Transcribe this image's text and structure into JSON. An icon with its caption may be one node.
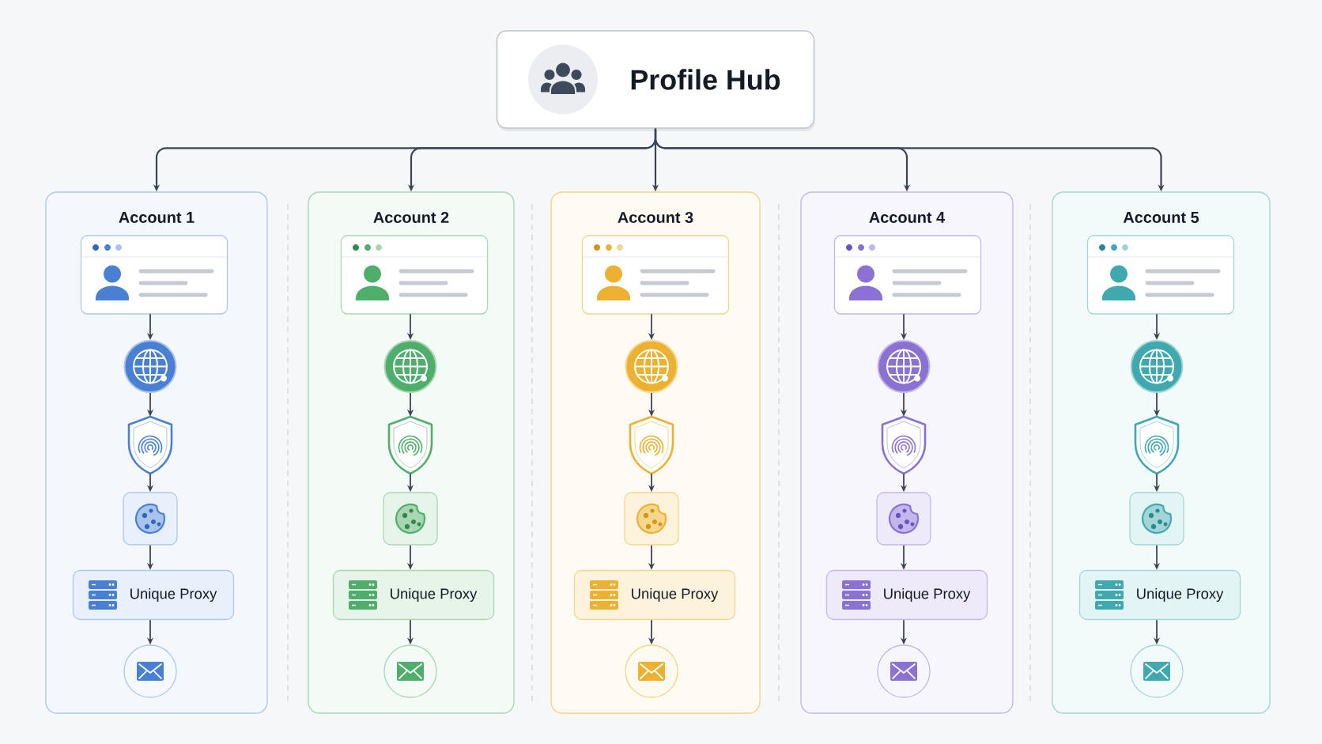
{
  "diagram": {
    "nodes": [
      {
        "text": [
          "Profile Hub"
        ]
      },
      {
        "text": [
          "Account 1"
        ]
      },
      {
        "text": [],
        "shape": "picture",
        "in": 1
      },
      {
        "text": [],
        "shape": "circle",
        "in": 1
      },
      {
        "text": [],
        "shape": "picture",
        "in": 1
      },
      {
        "text": [],
        "shape": "box",
        "in": 1
      },
      {
        "text": [
          "Unique Proxy"
        ],
        "in": 1
      },
      {
        "text": [],
        "shape": "circle",
        "in": 1
      },
      {
        "text": [
          "Account 2"
        ]
      },
      {
        "text": [],
        "shape": "picture",
        "in": 8
      },
      {
        "text": [],
        "shape": "circle",
        "in": 8
      },
      {
        "text": [],
        "shape": "picture",
        "in": 8
      },
      {
        "text": [],
        "shape": "box",
        "in": 8
      },
      {
        "text": [
          "Unique Proxy"
        ],
        "in": 8
      },
      {
        "text": [],
        "shape": "circle",
        "in": 8
      },
      {
        "text": [
          "Account 3"
        ]
      },
      {
        "text": [],
        "shape": "picture",
        "in": 15
      },
      {
        "text": [],
        "shape": "circle",
        "in": 15
      },
      {
        "text": [],
        "shape": "picture",
        "in": 15
      },
      {
        "text": [],
        "shape": "box",
        "in": 15
      },
      {
        "text": [
          "Unique Proxy"
        ],
        "in": 15
      },
      {
        "text": [],
        "shape": "circle",
        "in": 15
      },
      {
        "text": [
          "Account 4"
        ]
      },
      {
        "text": [],
        "shape": "picture",
        "in": 22
      },
      {
        "text": [],
        "shape": "circle",
        "in": 22
      },
      {
        "text": [],
        "shape": "picture",
        "in": 22
      },
      {
        "text": [],
        "shape": "box",
        "in": 22
      },
      {
        "text": [
          "Unique Proxy"
        ],
        "in": 22
      },
      {
        "text": [],
        "shape": "circle",
        "in": 22
      },
      {
        "text": [
          "Account 5"
        ]
      },
      {
        "text": [],
        "shape": "picture",
        "in": 29
      },
      {
        "text": [],
        "shape": "circle",
        "in": 29
      },
      {
        "text": [],
        "shape": "picture",
        "in": 29
      },
      {
        "text": [],
        "shape": "box",
        "in": 29
      },
      {
        "text": [
          "Unique Proxy"
        ],
        "in": 29
      },
      {
        "text": [],
        "shape": "circle",
        "in": 29
      }
    ],
    "edges": [
      {
        "from": 0,
        "to": 1,
        "arrow": "to"
      },
      {
        "from": 0,
        "to": 8,
        "arrow": "to"
      },
      {
        "from": 0,
        "to": 15,
        "arrow": "to"
      },
      {
        "from": 0,
        "to": 22,
        "arrow": "to"
      },
      {
        "from": 0,
        "to": 29,
        "arrow": "to"
      },
      {
        "from": 2,
        "to": 3,
        "arrow": "to"
      },
      {
        "from": 3,
        "to": 4,
        "arrow": "to"
      },
      {
        "from": 4,
        "to": 5,
        "arrow": "to"
      },
      {
        "from": 5,
        "to": 6,
        "arrow": "to"
      },
      {
        "from": 6,
        "to": 7,
        "arrow": "to"
      },
      {
        "from": 9,
        "to": 10,
        "arrow": "to"
      },
      {
        "from": 10,
        "to": 11,
        "arrow": "to"
      },
      {
        "from": 11,
        "to": 12,
        "arrow": "to"
      },
      {
        "from": 12,
        "to": 13,
        "arrow": "to"
      },
      {
        "from": 13,
        "to": 14,
        "arrow": "to"
      },
      {
        "from": 16,
        "to": 17,
        "arrow": "to"
      },
      {
        "from": 17,
        "to": 18,
        "arrow": "to"
      },
      {
        "from": 18,
        "to": 19,
        "arrow": "to"
      },
      {
        "from": 19,
        "to": 20,
        "arrow": "to"
      },
      {
        "from": 20,
        "to": 21,
        "arrow": "to"
      },
      {
        "from": 23,
        "to": 24,
        "arrow": "to"
      },
      {
        "from": 24,
        "to": 25,
        "arrow": "to"
      },
      {
        "from": 25,
        "to": 26,
        "arrow": "to"
      },
      {
        "from": 26,
        "to": 27,
        "arrow": "to"
      },
      {
        "from": 27,
        "to": 28,
        "arrow": "to"
      },
      {
        "from": 30,
        "to": 31,
        "arrow": "to"
      },
      {
        "from": 31,
        "to": 32,
        "arrow": "to"
      },
      {
        "from": 32,
        "to": 33,
        "arrow": "to"
      },
      {
        "from": 33,
        "to": 34,
        "arrow": "to"
      },
      {
        "from": 34,
        "to": 35,
        "arrow": "to"
      }
    ]
  }
}
